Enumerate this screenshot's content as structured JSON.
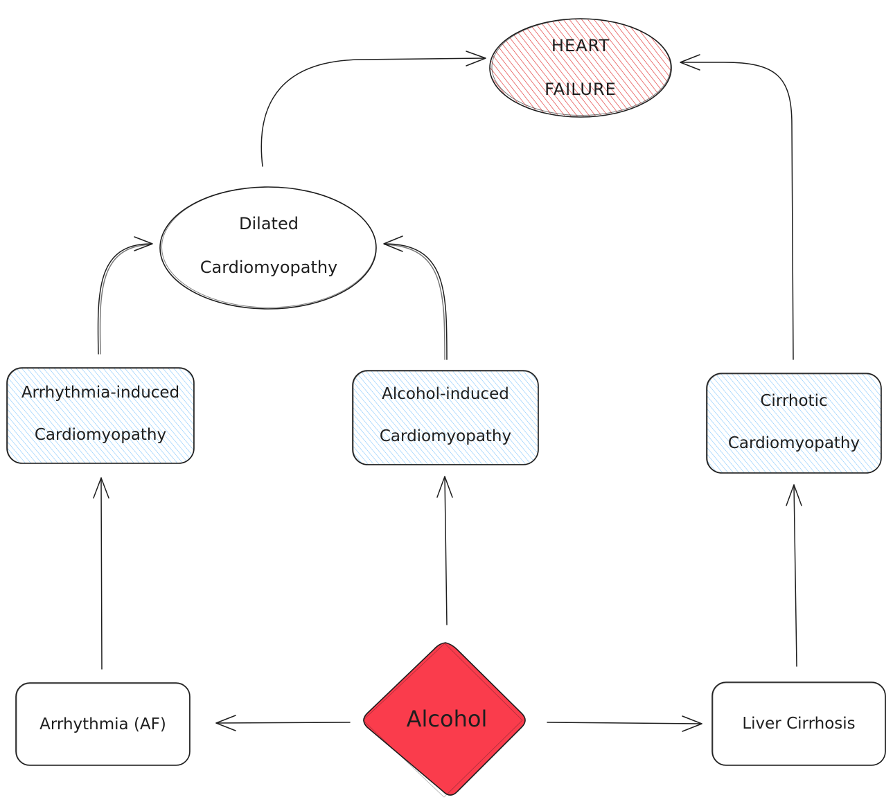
{
  "nodes": {
    "heart_failure": {
      "line1": "HEART",
      "line2": "FAILURE",
      "fill": "#e03131"
    },
    "dilated": {
      "line1": "Dilated",
      "line2": "Cardiomyopathy"
    },
    "arrhythmia_induced": {
      "line1": "Arrhythmia-induced",
      "line2": "Cardiomyopathy",
      "fill": "#a5d8ff"
    },
    "alcohol_induced": {
      "line1": "Alcohol-induced",
      "line2": "Cardiomyopathy",
      "fill": "#a5d8ff"
    },
    "cirrhotic": {
      "line1": "Cirrhotic",
      "line2": "Cardiomyopathy",
      "fill": "#a5d8ff"
    },
    "arrhythmia_af": {
      "label": "Arrhythmia (AF)"
    },
    "alcohol": {
      "label": "Alcohol",
      "fill": "#fa3c4c"
    },
    "liver_cirrhosis": {
      "label": "Liver Cirrhosis"
    }
  },
  "edges": [
    {
      "from": "alcohol",
      "to": "arrhythmia_af"
    },
    {
      "from": "alcohol",
      "to": "liver_cirrhosis"
    },
    {
      "from": "alcohol",
      "to": "alcohol_induced"
    },
    {
      "from": "arrhythmia_af",
      "to": "arrhythmia_induced"
    },
    {
      "from": "liver_cirrhosis",
      "to": "cirrhotic"
    },
    {
      "from": "arrhythmia_induced",
      "to": "dilated"
    },
    {
      "from": "alcohol_induced",
      "to": "dilated"
    },
    {
      "from": "dilated",
      "to": "heart_failure"
    },
    {
      "from": "cirrhotic",
      "to": "heart_failure"
    }
  ]
}
